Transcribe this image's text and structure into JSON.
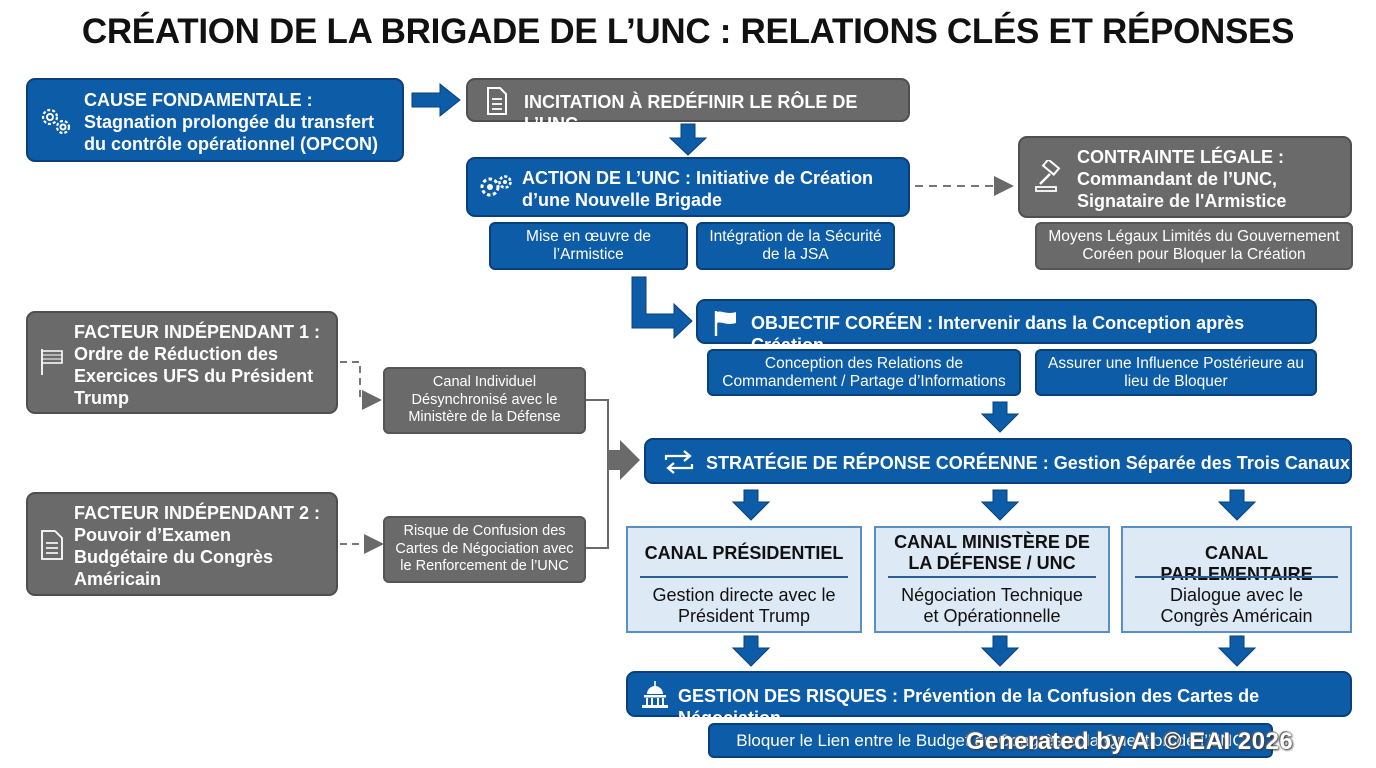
{
  "title": "CRÉATION DE LA BRIGADE DE L’UNC : RELATIONS CLÉS ET RÉPONSES",
  "cause": {
    "label": "CAUSE FONDAMENTALE :",
    "line2": "Stagnation prolongée du transfert",
    "line3": "du contrôle opérationnel (OPCON)"
  },
  "incitation": {
    "label": "INCITATION À REDÉFINIR LE RÔLE DE L’UNC"
  },
  "action": {
    "line1_head": "ACTION DE L’UNC :",
    "line1_rest": "Initiative de Création",
    "line2": "d’une Nouvelle Brigade",
    "subs": [
      "Mise en œuvre de l’Armistice",
      "Intégration de la Sécurité de la JSA"
    ]
  },
  "contrainte": {
    "line1": "CONTRAINTE LÉGALE :",
    "line2": "Commandant de l’UNC,",
    "line3": "Signataire de l'Armistice",
    "sub": "Moyens Légaux Limités du Gouvernement Coréen pour Bloquer la Création"
  },
  "objectif": {
    "head": "OBJECTIF CORÉEN :",
    "rest": "Intervenir dans la Conception après Création",
    "subs": [
      "Conception des Relations de Commandement / Partage d’Informations",
      "Assurer une Influence Postérieure au lieu de Bloquer"
    ]
  },
  "facteur1": {
    "line1": "FACTEUR INDÉPENDANT 1 :",
    "line2": "Ordre de Réduction des",
    "line3": "Exercices UFS du Président",
    "line4": "Trump"
  },
  "facteur2": {
    "line1": "FACTEUR INDÉPENDANT 2 :",
    "line2": "Pouvoir d’Examen",
    "line3": "Budgétaire du Congrès",
    "line4": "Américain"
  },
  "canal_individuel": "Canal Individuel Désynchronisé avec le Ministère de la Défense",
  "risque_confusion": "Risque de Confusion des Cartes de Négociation avec le Renforcement de l’UNC",
  "strategie": {
    "head": "STRATÉGIE DE RÉPONSE CORÉENNE :",
    "rest": "Gestion Séparée des Trois Canaux"
  },
  "channels": [
    {
      "title": "CANAL PRÉSIDENTIEL",
      "desc": "Gestion directe avec le Président Trump"
    },
    {
      "title": "CANAL MINISTÈRE DE LA DÉFENSE / UNC",
      "desc": "Négociation Technique et Opérationnelle"
    },
    {
      "title": "CANAL PARLEMENTAIRE",
      "desc": "Dialogue avec le Congrès Américain"
    }
  ],
  "risques": {
    "head": "GESTION DES RISQUES :",
    "rest": "Prévention de la Confusion des Cartes de Négociation",
    "sub": "Bloquer le Lien entre le Budget du Congrès et la Question de l’UNC"
  },
  "watermark": "Generated by AI © EAI 2026",
  "icons": [
    "gears-icon",
    "document-icon",
    "gavel-icon",
    "flag-icon",
    "exchange-arrows-icon",
    "capitol-icon"
  ],
  "colors": {
    "primary_blue": "#0d5ca8",
    "gray": "#6a6a6a",
    "channel_fill": "#dde9f4"
  }
}
